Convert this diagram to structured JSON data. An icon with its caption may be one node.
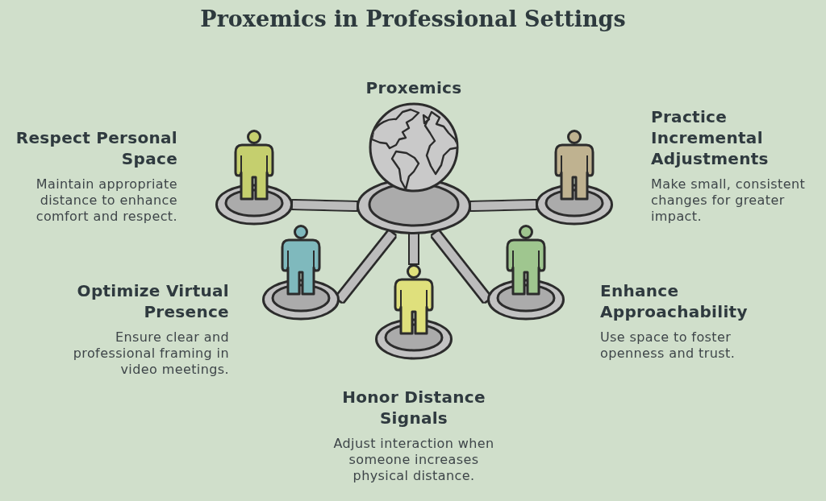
{
  "diagram": {
    "title": "Proxemics in Professional Settings",
    "nodes": [
      {
        "text": [
          "Proxemics"
        ]
      },
      {
        "text": [],
        "shape": "person",
        "beside": [
          "Respect Personal Space",
          "Maintain appropriate distance to enhance comfort and respect."
        ]
      },
      {
        "text": [],
        "shape": "person",
        "beside": [
          "Practice Incremental Adjustments",
          "Make small, consistent changes for greater impact."
        ]
      },
      {
        "text": [],
        "shape": "person",
        "beside": [
          "Optimize Virtual Presence",
          "Ensure clear and professional framing in video meetings."
        ]
      },
      {
        "text": [],
        "shape": "person",
        "beside": [
          "Enhance Approachability",
          "Use space to foster openness and trust."
        ]
      },
      {
        "text": [],
        "shape": "person",
        "beside": [
          "Honor Distance Signals",
          "Adjust interaction when someone increases physical distance."
        ]
      }
    ],
    "edges": [
      {
        "from": 0,
        "to": 1,
        "arrow": "none"
      },
      {
        "from": 0,
        "to": 2,
        "arrow": "none"
      },
      {
        "from": 0,
        "to": 3,
        "arrow": "none"
      },
      {
        "from": 0,
        "to": 4,
        "arrow": "none"
      },
      {
        "from": 0,
        "to": 5,
        "arrow": "none"
      }
    ]
  }
}
